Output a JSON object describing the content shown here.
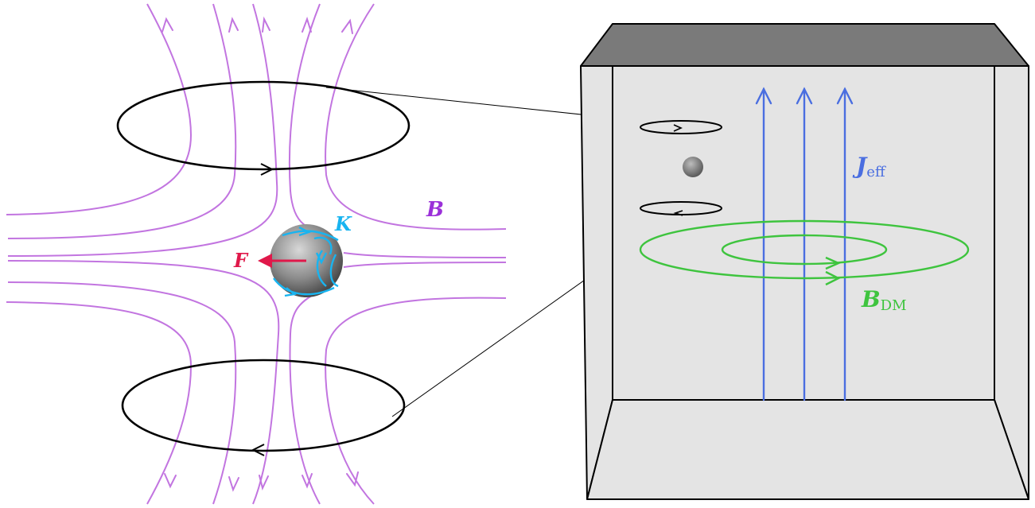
{
  "labels": {
    "magnetic_field": "B",
    "surface_current": "K",
    "force": "F",
    "effective_current": {
      "symbol": "J",
      "subscript": "eff"
    },
    "dark_matter_field": {
      "symbol": "B",
      "subscript": "DM"
    }
  },
  "colors": {
    "field_lines": "#c275e0",
    "field_label": "#9b30d9",
    "coil": "#000000",
    "surface_current": "#18b4f0",
    "force": "#e0184a",
    "current_arrows": "#4a6ee0",
    "dm_field": "#3ec43e",
    "box_face": "#e4e4e4",
    "box_top": "#7a7a7a",
    "sphere": "#8c8c8c"
  },
  "icons": {
    "sphere": "conducting-sphere",
    "coil": "current-loop",
    "arrow": "arrow-head"
  }
}
